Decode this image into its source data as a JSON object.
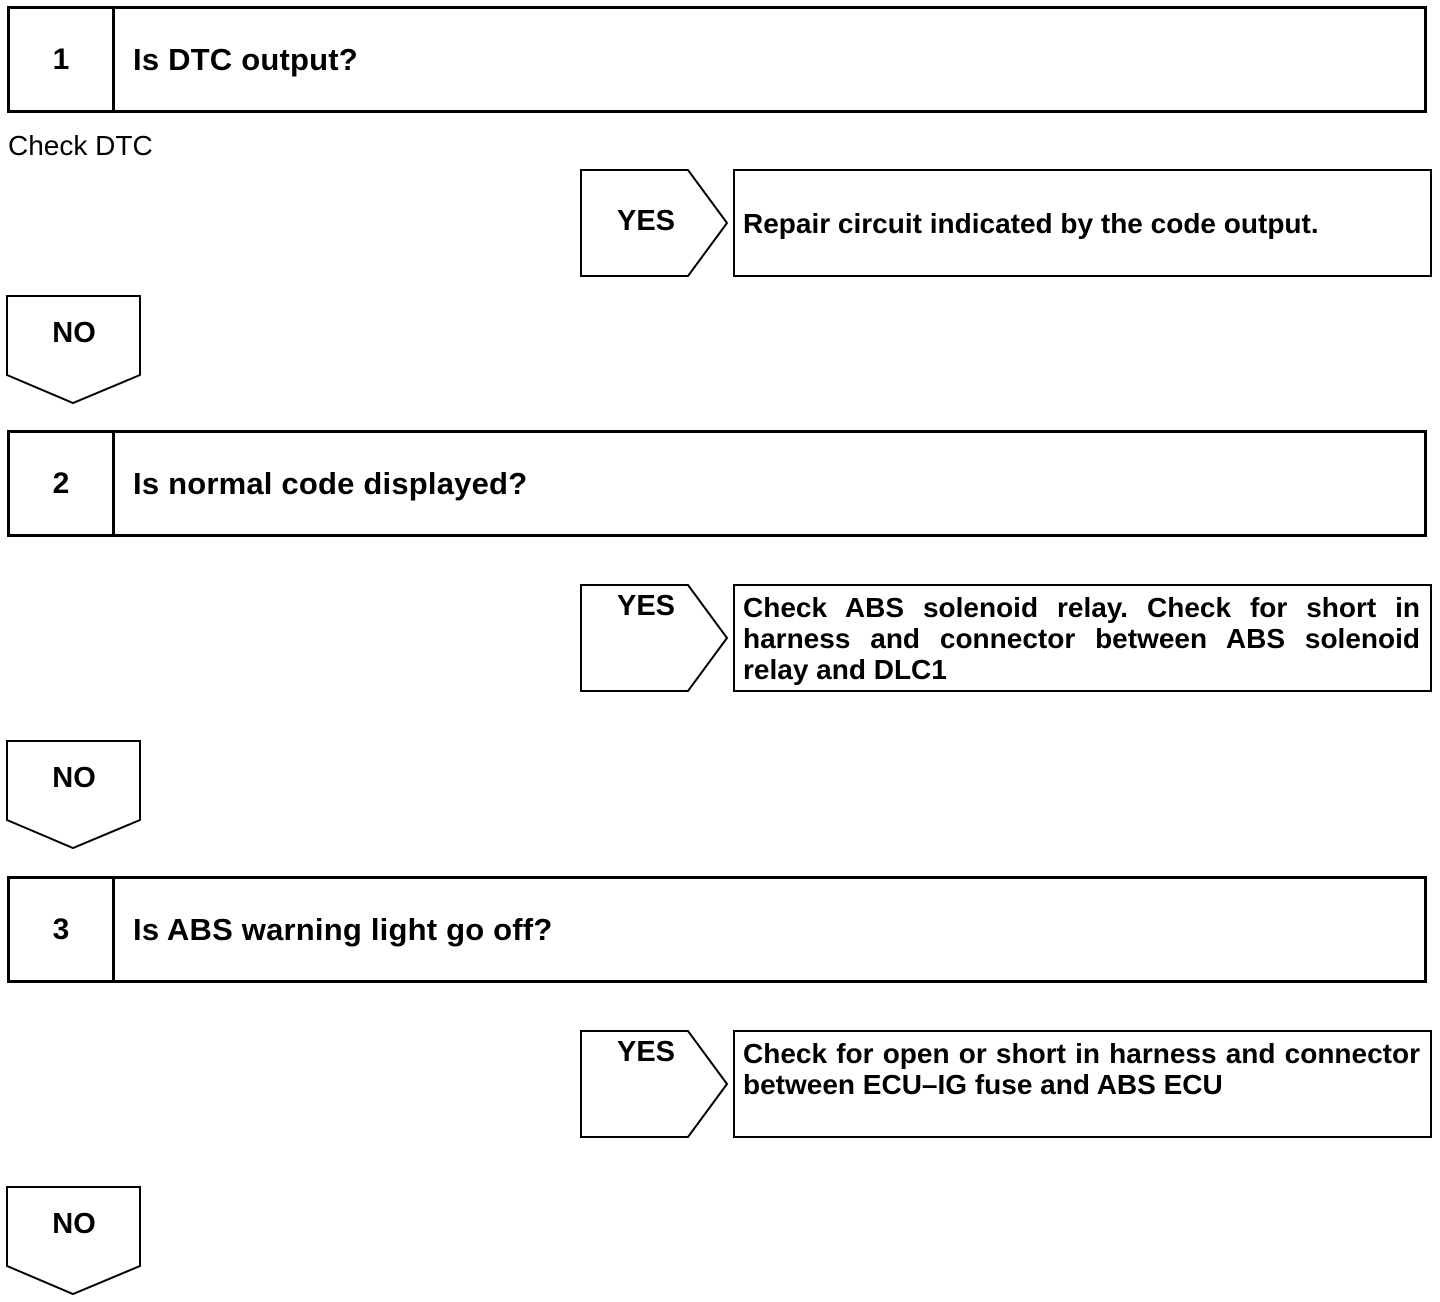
{
  "steps": [
    {
      "number": "1",
      "question": "Is DTC output?",
      "note": "Check DTC",
      "yes_label": "YES",
      "yes_action": "Repair circuit indicated by the code output.",
      "no_label": "NO"
    },
    {
      "number": "2",
      "question": "Is normal code displayed?",
      "yes_label": "YES",
      "yes_action": "Check ABS solenoid relay. Check for short in harness and connector between ABS solenoid relay and DLC1",
      "no_label": "NO"
    },
    {
      "number": "3",
      "question": "Is ABS warning light go off?",
      "yes_label": "YES",
      "yes_action": "Check for open or short in harness and connector between ECU–IG fuse and ABS ECU",
      "no_label": "NO"
    }
  ]
}
